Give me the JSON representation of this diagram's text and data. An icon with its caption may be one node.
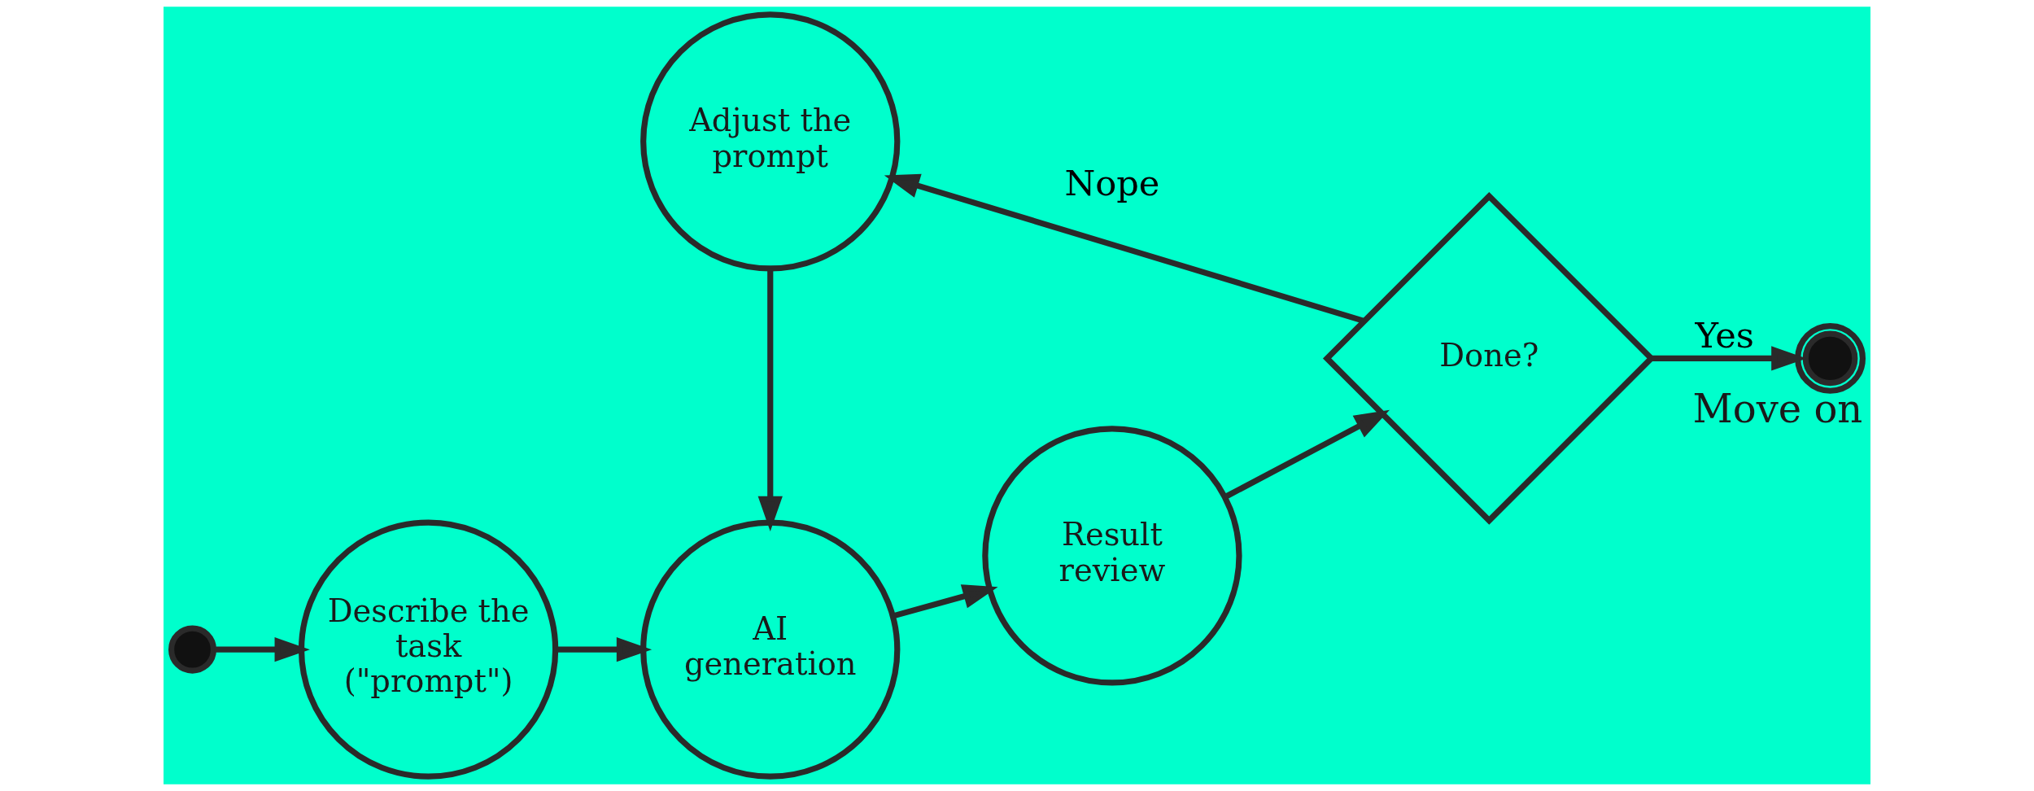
{
  "diagram": {
    "nodes": [
      {
        "text": [],
        "shape": "circle"
      },
      {
        "text": [
          "Describe the task (\"prompt\")"
        ]
      },
      {
        "text": [
          "AI generation"
        ]
      },
      {
        "text": [
          "Result review"
        ]
      },
      {
        "text": [
          "Done?"
        ]
      },
      {
        "text": [],
        "shape": "circle",
        "beside": [
          "Move on"
        ]
      },
      {
        "text": [
          "Adjust the prompt"
        ]
      }
    ],
    "edges": [
      {
        "from": 0,
        "to": 1,
        "arrow": "to"
      },
      {
        "from": 1,
        "to": 2,
        "arrow": "to"
      },
      {
        "from": 2,
        "to": 3,
        "arrow": "to"
      },
      {
        "from": 3,
        "to": 4,
        "arrow": "to"
      },
      {
        "from": 4,
        "to": 5,
        "arrow": "to",
        "label": "Yes"
      },
      {
        "from": 4,
        "to": 6,
        "arrow": "to",
        "label": "Nope"
      },
      {
        "from": 6,
        "to": 2,
        "arrow": "to"
      }
    ]
  }
}
